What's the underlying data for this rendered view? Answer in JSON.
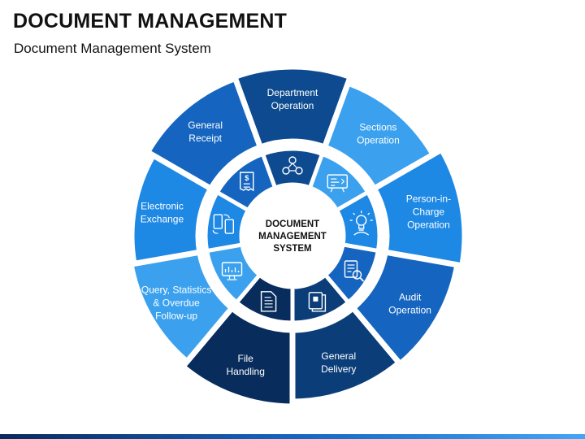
{
  "header": {
    "title": "DOCUMENT MANAGEMENT",
    "subtitle": "Document Management System"
  },
  "center": {
    "lines": [
      "DOCUMENT",
      "MANAGEMENT",
      "SYSTEM"
    ]
  },
  "segments": [
    {
      "id": "department-operation",
      "lines": [
        "Department",
        "Operation"
      ],
      "color": "#0d4a8f",
      "inner_color": "#0d4a8f",
      "icon": "team-network-icon"
    },
    {
      "id": "sections-operation",
      "lines": [
        "Sections",
        "Operation"
      ],
      "color": "#3ba1ee",
      "inner_color": "#3ba1ee",
      "icon": "presentation-board-icon"
    },
    {
      "id": "person-in-charge-operation",
      "lines": [
        "Person-in-",
        "Charge",
        "Operation"
      ],
      "color": "#1e88e5",
      "inner_color": "#1e88e5",
      "icon": "lightbulb-person-icon"
    },
    {
      "id": "audit-operation",
      "lines": [
        "Audit",
        "Operation"
      ],
      "color": "#1565c0",
      "inner_color": "#1565c0",
      "icon": "document-magnifier-icon"
    },
    {
      "id": "general-delivery",
      "lines": [
        "General",
        "Delivery"
      ],
      "color": "#0b3d78",
      "inner_color": "#0b3d78",
      "icon": "document-stack-icon"
    },
    {
      "id": "file-handling",
      "lines": [
        "File",
        "Handling"
      ],
      "color": "#082d5c",
      "inner_color": "#082d5c",
      "icon": "file-document-icon"
    },
    {
      "id": "query-statistics",
      "lines": [
        "Query, Statistics",
        "& Overdue",
        "Follow-up"
      ],
      "color": "#3ba1ee",
      "inner_color": "#3ba1ee",
      "icon": "statistics-monitor-icon"
    },
    {
      "id": "electronic-exchange",
      "lines": [
        "Electronic",
        "Exchange"
      ],
      "color": "#1e88e5",
      "inner_color": "#1e88e5",
      "icon": "device-exchange-icon"
    },
    {
      "id": "general-receipt",
      "lines": [
        "General",
        "Receipt"
      ],
      "color": "#1565c0",
      "inner_color": "#1565c0",
      "icon": "receipt-icon"
    }
  ]
}
